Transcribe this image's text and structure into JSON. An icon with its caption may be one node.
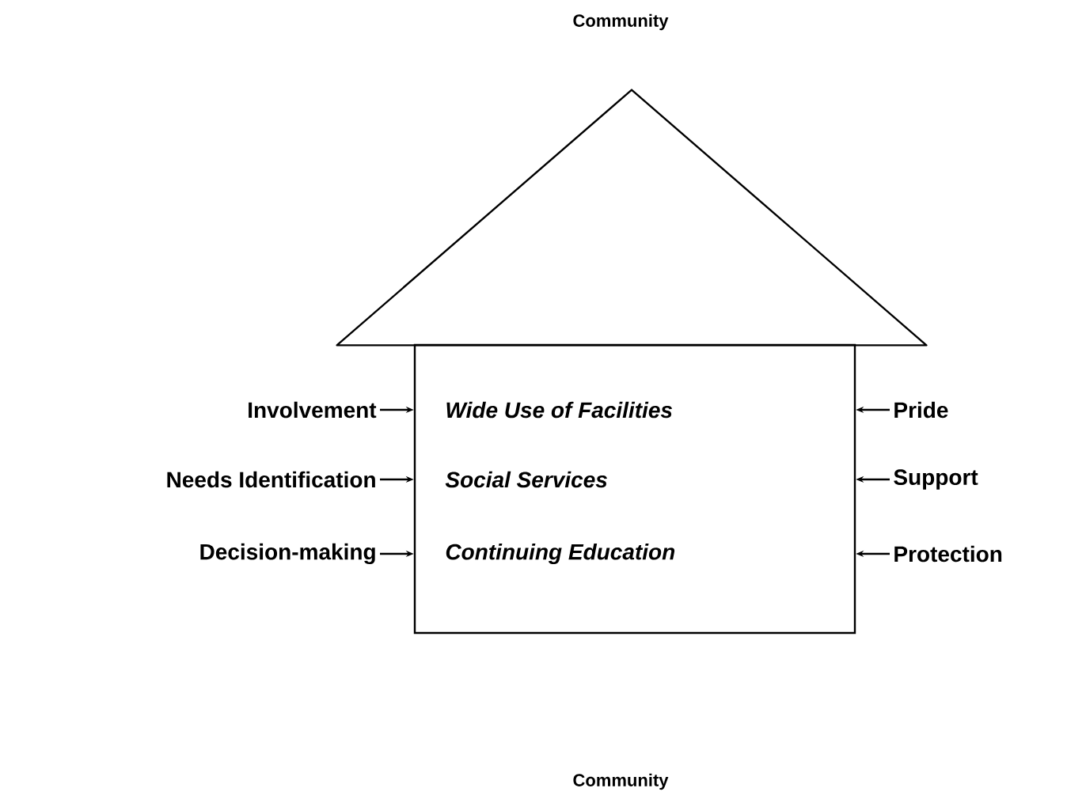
{
  "diagram": {
    "title": "Community",
    "nodes": [
      {
        "text": [],
        "shape": "triangle"
      },
      {
        "text": [
          "Wide Use of Facilities",
          "Social Services",
          "Continuing Education"
        ]
      },
      {
        "text": [
          "Involvement"
        ]
      },
      {
        "text": [
          "Needs Identification"
        ]
      },
      {
        "text": [
          "Decision-making"
        ]
      },
      {
        "text": [
          "Pride"
        ]
      },
      {
        "text": [
          "Support"
        ]
      },
      {
        "text": [
          "Protection"
        ]
      }
    ],
    "edges": [
      {
        "from": 2,
        "to": 1,
        "arrow": "to"
      },
      {
        "from": 3,
        "to": 1,
        "arrow": "to"
      },
      {
        "from": 4,
        "to": 1,
        "arrow": "to"
      },
      {
        "from": 5,
        "to": 1,
        "arrow": "to"
      },
      {
        "from": 6,
        "to": 1,
        "arrow": "to"
      },
      {
        "from": 7,
        "to": 1,
        "arrow": "to"
      }
    ],
    "labels": [
      "Community"
    ]
  }
}
